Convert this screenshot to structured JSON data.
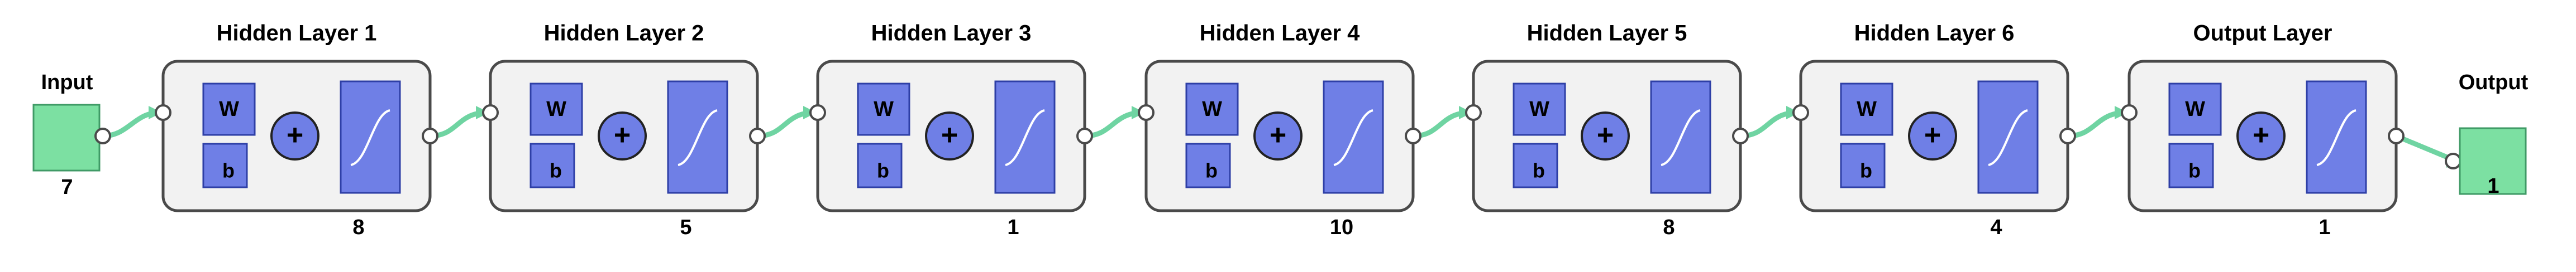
{
  "input": {
    "label": "Input",
    "size": "7"
  },
  "output": {
    "label": "Output",
    "size": "1"
  },
  "block_symbols": {
    "weight": "W",
    "bias": "b",
    "sum": "+"
  },
  "layers": [
    {
      "title": "Hidden Layer 1",
      "size": "8"
    },
    {
      "title": "Hidden Layer 2",
      "size": "5"
    },
    {
      "title": "Hidden Layer 3",
      "size": "1"
    },
    {
      "title": "Hidden Layer 4",
      "size": "10"
    },
    {
      "title": "Hidden Layer 5",
      "size": "8"
    },
    {
      "title": "Hidden Layer 6",
      "size": "4"
    },
    {
      "title": "Output Layer",
      "size": "1"
    }
  ],
  "colors": {
    "input_box": "#7ce0a2",
    "connector": "#6fd4a2",
    "block_fill": "#6f7fe6",
    "block_border": "#2e3fa6",
    "layer_border": "#4a4a4a",
    "layer_fill": "#f2f2f2"
  }
}
